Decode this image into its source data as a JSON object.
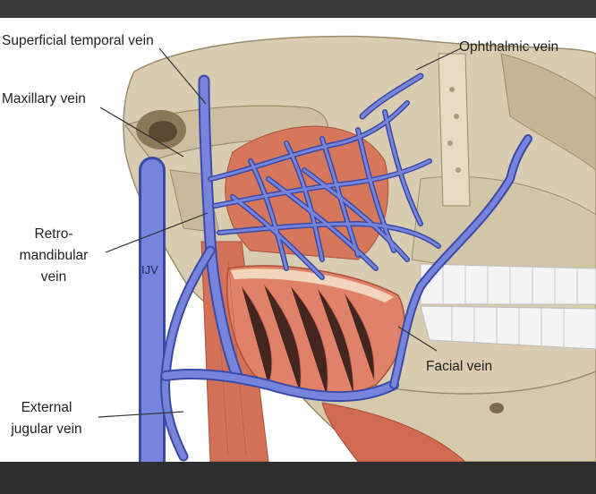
{
  "labels": {
    "superficial_temporal": "Superficial temporal vein",
    "maxillary": "Maxillary vein",
    "retro_line1": "Retro-",
    "retro_line2": "mandibular",
    "retro_line3": "vein",
    "ijv": "IJV",
    "external_line1": "External",
    "external_line2": "jugular vein",
    "ophthalmic": "Ophthalmic vein",
    "facial": "Facial vein"
  },
  "colors": {
    "background": "#ffffff",
    "bone": "#d9ccb0",
    "bone_shadow": "#a89a7c",
    "muscle": "#d9725a",
    "vein": "#6f7fd6",
    "vein_dark": "#3a4aa8",
    "teeth": "#f7f7f7"
  }
}
